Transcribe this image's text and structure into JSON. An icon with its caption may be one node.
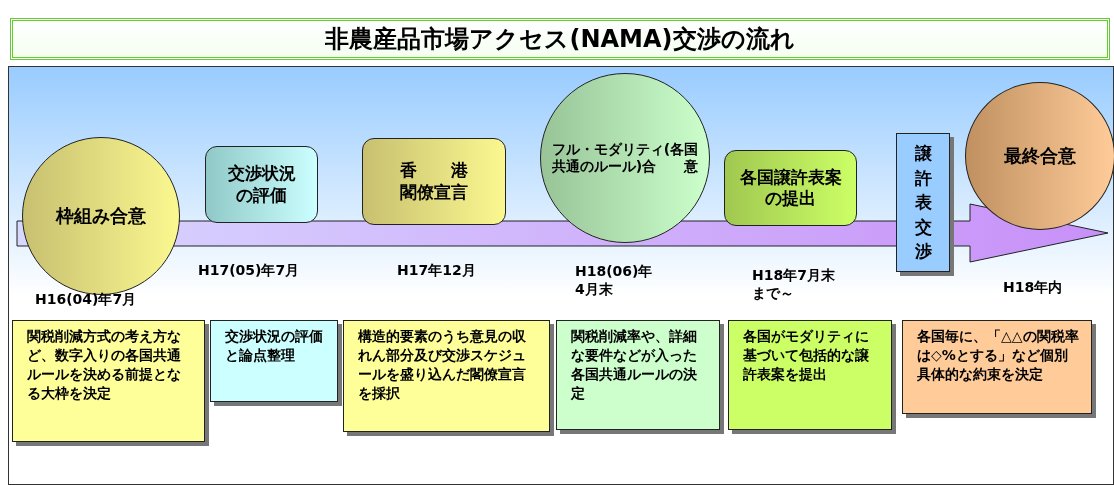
{
  "diagram": {
    "title": "非農産品市場アクセス(NAMA)交渉の流れ",
    "nodes": [
      {
        "text": [
          "枠組み合意"
        ]
      },
      {
        "text": [
          "交渉状況の評価"
        ]
      },
      {
        "text": [
          "香　　港閣僚宣言"
        ]
      },
      {
        "text": [
          "フル・モダリティ(各国共通のルール)合　　意"
        ]
      },
      {
        "text": [
          "各国譲許表案の提出"
        ]
      },
      {
        "text": [
          "譲許表交渉"
        ]
      },
      {
        "text": [
          "最終合意"
        ]
      },
      {
        "text": [
          "関税削減方式の考え方など、数字入りの各国共通ルールを決める前提となる大枠を決定"
        ]
      },
      {
        "text": [
          "交渉状況の評価と論点整理"
        ]
      },
      {
        "text": [
          "構造的要素のうち意見の収れん部分及び交渉スケジュールを盛り込んだ閣僚宣言を採択"
        ]
      },
      {
        "text": [
          "関税削減率や、詳細な要件などが入った各国共通ルールの決定"
        ]
      },
      {
        "text": [
          "各国がモダリティに基づいて包括的な譲許表案を提出"
        ]
      },
      {
        "text": [
          "各国毎に、「△△の関税率は◇%とする」など個別具体的な約束を決定"
        ]
      }
    ],
    "edges": [
      {
        "from": 0,
        "to": 6,
        "arrow": "to"
      }
    ],
    "labels": [
      "H16(04)年7月",
      "H17(05)年7月",
      "H17年12月",
      "H18(06)年4月末",
      "H18年7月末まで～",
      "H18年内"
    ]
  }
}
